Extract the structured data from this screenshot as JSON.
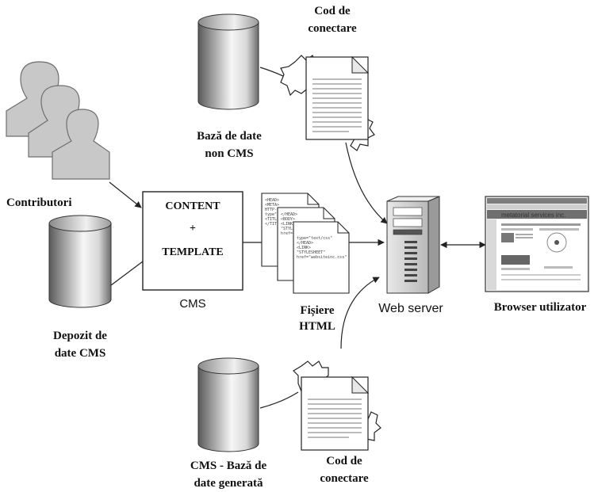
{
  "labels": {
    "contributori": "Contributori",
    "cms_box_line1": "CONTENT",
    "cms_box_line2": "+",
    "cms_box_line3": "TEMPLATE",
    "cms": "CMS",
    "depozit_line1": "Depozit de",
    "depozit_line2": "date CMS",
    "baza_line1": "Bază de date",
    "baza_line2": "non CMS",
    "cod_top_line1": "Cod de",
    "cod_top_line2": "conectare",
    "fisiere_line1": "Fișiere",
    "fisiere_line2": "HTML",
    "web_server": "Web server",
    "browser": "Browser utilizator",
    "cms_generata_line1": "CMS - Bază de",
    "cms_generata_line2": "date generată",
    "cod_bottom_line1": "Cod de",
    "cod_bottom_line2": "conectare"
  },
  "browser_screen": {
    "site_title": "metatorial services inc."
  },
  "html_code_lines": [
    "<HEAD>",
    "<META>",
    "HTTP-EQUIV=\"Content-",
    "type\"",
    "<TITLE>\"text/html;",
    "</TITLE>b.html",
    "</HEAD>",
    "<BODY>",
    "<LINK REL>",
    "\"STYLESHEET\"",
    "href=\"display.css\"",
    "type=\"text/css\"",
    "</HEAD>",
    "<LINK>",
    "\"STYLESHEET\"",
    "href=\"websiteinc.css\""
  ],
  "colors": {
    "line": "#222222",
    "cylinder_dark": "#5c5c5c",
    "cylinder_light": "#f4f4f4",
    "person_fill": "#c9c9c9"
  }
}
